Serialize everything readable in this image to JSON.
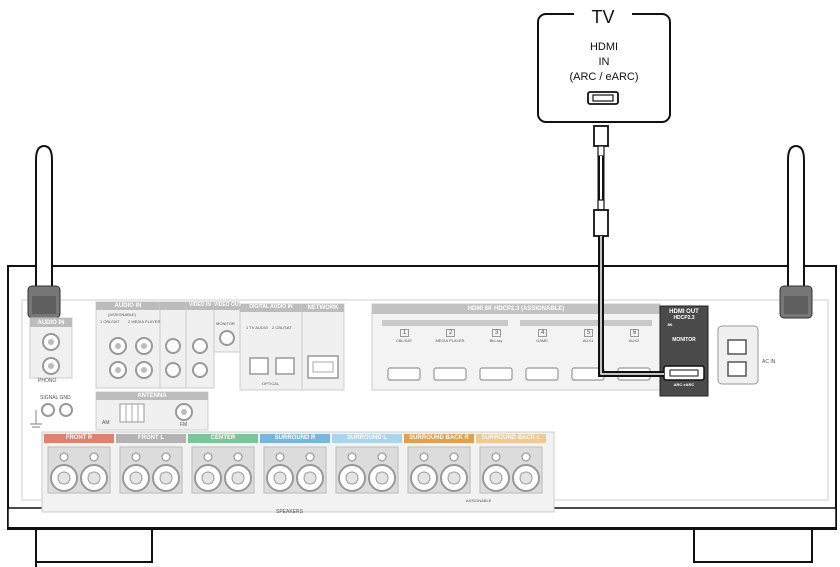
{
  "tv": {
    "title": "TV",
    "port_line1": "HDMI",
    "port_line2": "IN",
    "port_line3": "(ARC / eARC)"
  },
  "receiver": {
    "audio_in_phono": "AUDIO IN",
    "phono": "PHONO",
    "signal_gnd": "SIGNAL GND",
    "audio_in": "AUDIO IN",
    "assignable": "(ASSIGNABLE)",
    "cbl_sat": "1 CBL/SAT",
    "media_player": "2 MEDIA PLAYER",
    "video_in": "VIDEO IN",
    "video_out": "VIDEO OUT",
    "monitor": "MONITOR",
    "digital_audio_in": "DIGITAL AUDIO IN",
    "tv_audio": "1 TV AUDIO",
    "optical_cbl_sat": "2 CBL/SAT",
    "optical": "OPTICAL",
    "network": "NETWORK",
    "antenna": "ANTENNA",
    "am": "AM",
    "fm": "FM",
    "hdmi_header": "HDMI 8K HDCP2.3 (ASSIGNABLE)",
    "hdmi_inputs": [
      {
        "num": "1",
        "name": "CBL/SAT"
      },
      {
        "num": "2",
        "name": "MEDIA PLAYER"
      },
      {
        "num": "3",
        "name": "Blu-ray"
      },
      {
        "num": "4",
        "name": "GAME"
      },
      {
        "num": "5",
        "name": "AUX1"
      },
      {
        "num": "6",
        "name": "AUX2"
      }
    ],
    "hdmi_out": "HDMI OUT",
    "hdcp": "HDCP2.3",
    "hdmi_out_8k": "8K",
    "hdmi_out_monitor": "MONITOR",
    "arc_earc": "ARC eARC",
    "ac_in": "AC IN",
    "speaker_groups": [
      {
        "label": "FRONT R",
        "color": "#e0806e"
      },
      {
        "label": "FRONT L",
        "color": "#b3b3b3"
      },
      {
        "label": "CENTER",
        "color": "#7cc59a"
      },
      {
        "label": "SURROUND R",
        "color": "#79b6dc"
      },
      {
        "label": "SURROUND L",
        "color": "#a9d5ee"
      },
      {
        "label": "SURROUND BACK R",
        "color": "#e0a14a"
      },
      {
        "label": "SURROUND BACK L",
        "color": "#efc990"
      }
    ],
    "speakers": "SPEAKERS",
    "assignable_label": "ASSIGNABLE"
  }
}
